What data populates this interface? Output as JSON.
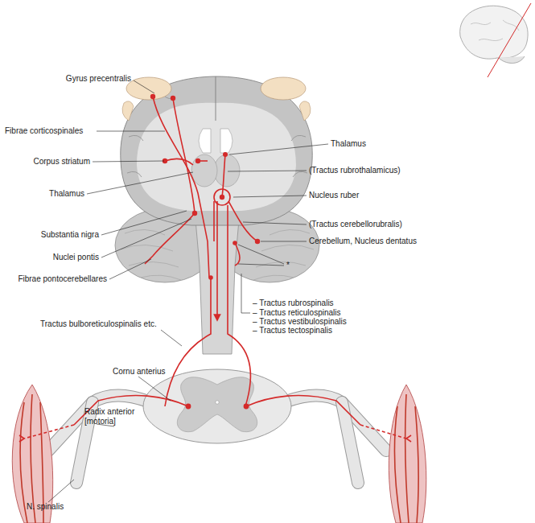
{
  "diagram": {
    "labels": [
      "Gyrus precentralis",
      "Fibrae corticospinales",
      "Corpus striatum",
      "Thalamus",
      "Substantia nigra",
      "Nuclei pontis",
      "Fibrae pontocerebellares",
      "Thalamus",
      "(Tractus rubrothalamicus)",
      "Nucleus ruber",
      "(Tractus cerebellorubralis)",
      "Cerebellum, Nucleus dentatus",
      "*",
      "– Tractus rubrospinalis",
      "– Tractus reticulospinalis",
      "– Tractus vestibulospinalis",
      "– Tractus tectospinalis",
      "Tractus bulboreticulospinalis etc.",
      "Cornu anterius",
      "Radix anterior [motoria]",
      "N. spinalis"
    ]
  }
}
